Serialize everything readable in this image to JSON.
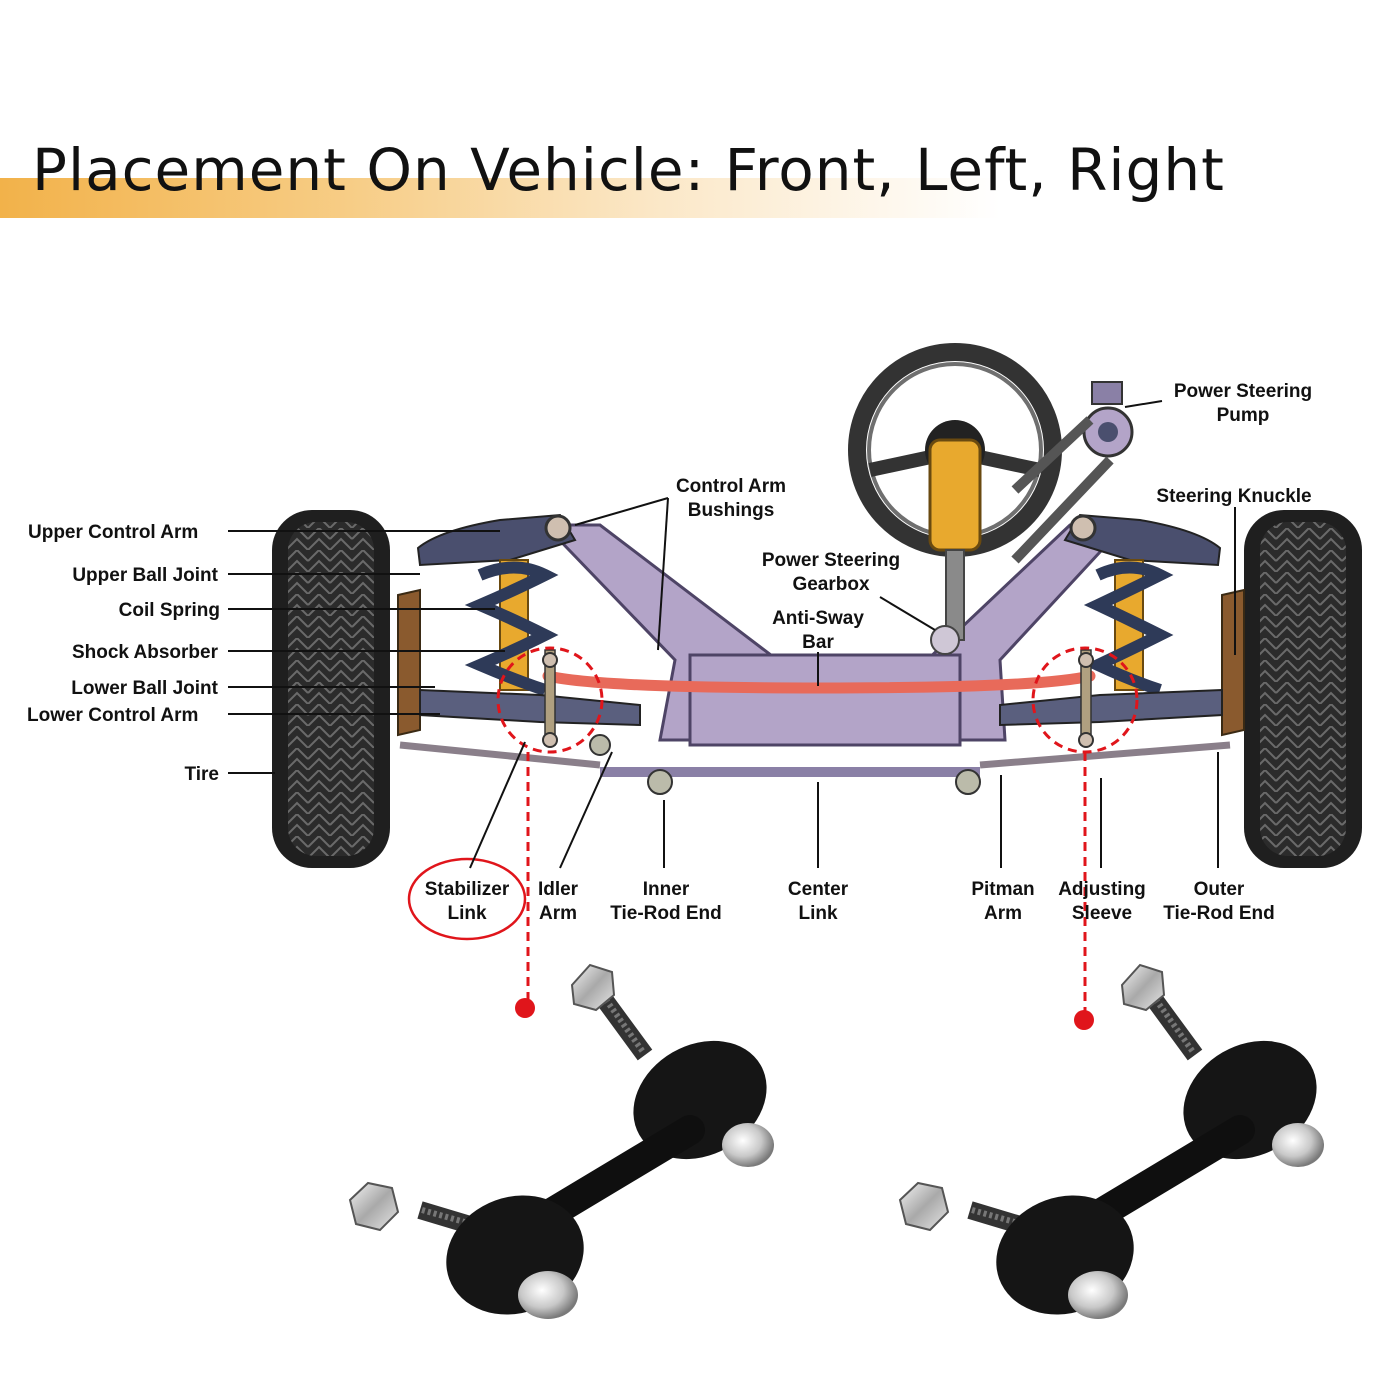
{
  "title": "Placement On Vehicle: Front, Left, Right",
  "labels": {
    "upper_control_arm": "Upper Control Arm",
    "upper_ball_joint": "Upper Ball Joint",
    "coil_spring": "Coil Spring",
    "shock_absorber": "Shock Absorber",
    "lower_ball_joint": "Lower Ball Joint",
    "lower_control_arm": "Lower Control Arm",
    "tire": "Tire",
    "control_arm_bushings": [
      "Control Arm",
      "Bushings"
    ],
    "power_steering_gearbox": [
      "Power Steering",
      "Gearbox"
    ],
    "anti_sway_bar": [
      "Anti-Sway",
      "Bar"
    ],
    "power_steering_pump": [
      "Power Steering",
      "Pump"
    ],
    "steering_knuckle": "Steering Knuckle",
    "stabilizer_link": [
      "Stabilizer",
      "Link"
    ],
    "idler_arm": [
      "Idler",
      "Arm"
    ],
    "inner_tie_rod_end": [
      "Inner",
      "Tie-Rod End"
    ],
    "center_link": [
      "Center",
      "Link"
    ],
    "pitman_arm": [
      "Pitman",
      "Arm"
    ],
    "adjusting_sleeve": [
      "Adjusting",
      "Sleeve"
    ],
    "outer_tie_rod_end": [
      "Outer",
      "Tie-Rod End"
    ]
  },
  "colors": {
    "highlight": "#e0151b",
    "frame": "#b3a4c8",
    "arm": "#4a4f6e",
    "anti_sway_bar": "#e86a5a",
    "spring": "#2e3a58",
    "shock": "#e8a92e",
    "tire": "#2a2a2a",
    "title_band": "#f2b24a"
  }
}
